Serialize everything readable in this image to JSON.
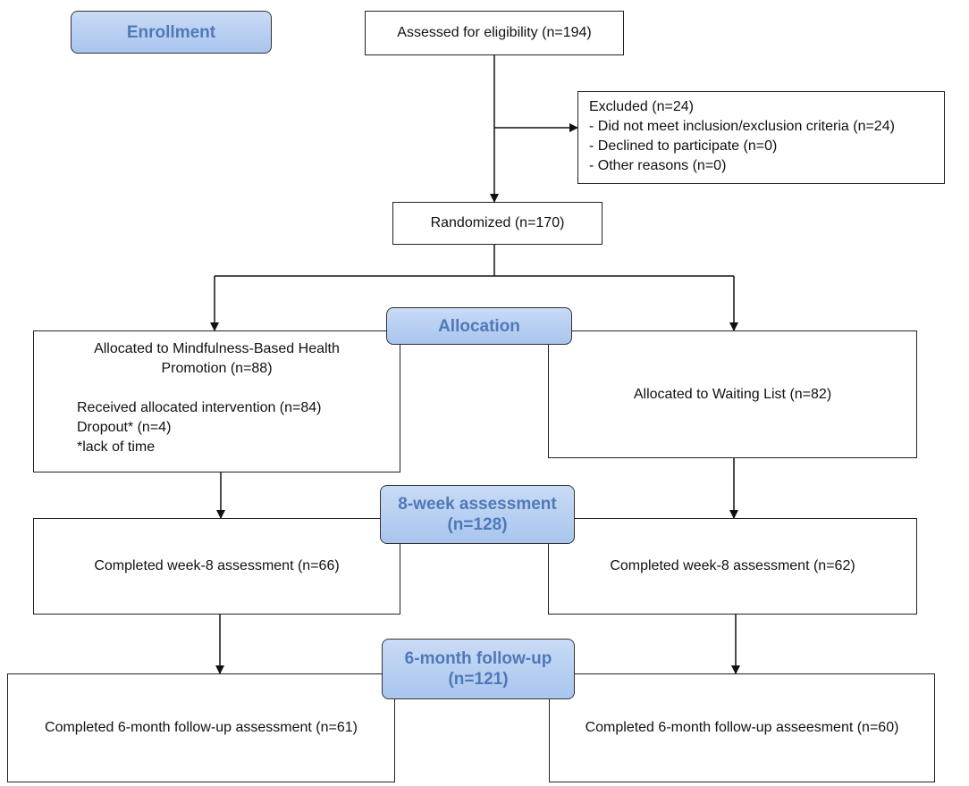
{
  "stages": {
    "enrollment": "Enrollment",
    "allocation": "Allocation",
    "week8": {
      "line1": "8-week assessment",
      "line2": "(n=128)"
    },
    "followup": {
      "line1": "6-month follow-up",
      "line2": "(n=121)"
    }
  },
  "boxes": {
    "assessed": "Assessed for eligibility (n=194)",
    "excluded": {
      "title": "Excluded (n=24)",
      "items": [
        "- Did not meet inclusion/exclusion criteria (n=24)",
        "- Declined to participate (n=0)",
        "- Other reasons (n=0)"
      ]
    },
    "randomized": "Randomized (n=170)",
    "allocated_mbhp": {
      "line1": "Allocated to Mindfulness-Based Health",
      "line2": "Promotion  (n=88)",
      "received": "Received allocated intervention (n=84)",
      "dropout": "Dropout* (n=4)",
      "note": "*lack of time"
    },
    "allocated_waiting": "Allocated to Waiting List (n=82)",
    "week8_mbhp": "Completed week-8 assessment (n=66)",
    "week8_waiting": "Completed week-8 assessment (n=62)",
    "followup_mbhp": "Completed 6-month follow-up assessment (n=61)",
    "followup_waiting": "Completed 6-month follow-up asseesment (n=60)"
  }
}
